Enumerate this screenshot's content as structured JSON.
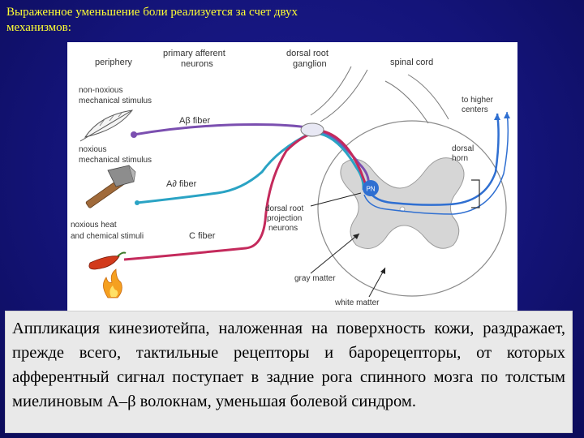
{
  "slide": {
    "title": "Выраженное уменьшение боли реализуется за счет двух механизмов:"
  },
  "diagram": {
    "headers": {
      "periphery": "periphery",
      "primary_afferent_1": "primary afferent",
      "primary_afferent_2": "neurons",
      "dorsal_root_1": "dorsal root",
      "dorsal_root_2": "ganglion",
      "spinal_cord": "spinal cord"
    },
    "stimuli": {
      "non_noxious_1": "non-noxious",
      "non_noxious_2": "mechanical stimulus",
      "noxious_mech_1": "noxious",
      "noxious_mech_2": "mechanical stimulus",
      "noxious_heat_1": "noxious heat",
      "noxious_heat_2": "and chemical stimuli"
    },
    "fibers": {
      "a_beta": "Aβ fiber",
      "a_delta": "A∂ fiber",
      "c_fiber": "C fiber"
    },
    "cord_labels": {
      "higher_1": "to higher",
      "higher_2": "centers",
      "dorsal_horn_1": "dorsal",
      "dorsal_horn_2": "horn",
      "projection_1": "dorsal root",
      "projection_2": "projection",
      "projection_3": "neurons",
      "pn": "PN",
      "gray_matter": "gray matter",
      "white_matter": "white matter"
    },
    "colors": {
      "a_beta": "#7b4fb0",
      "a_delta": "#2aa3c4",
      "c_fiber": "#c42a5c",
      "pathway": "#2f6fd1"
    }
  },
  "body_text": "Аппликация кинезиотейпа, наложенная на поверхность кожи, раздражает, прежде всего, тактильные рецепторы и барорецепторы, от которых афферентный сигнал поступает в задние рога спинного мозга по толстым миелиновым А–β волокнам, уменьшая болевой синдром."
}
